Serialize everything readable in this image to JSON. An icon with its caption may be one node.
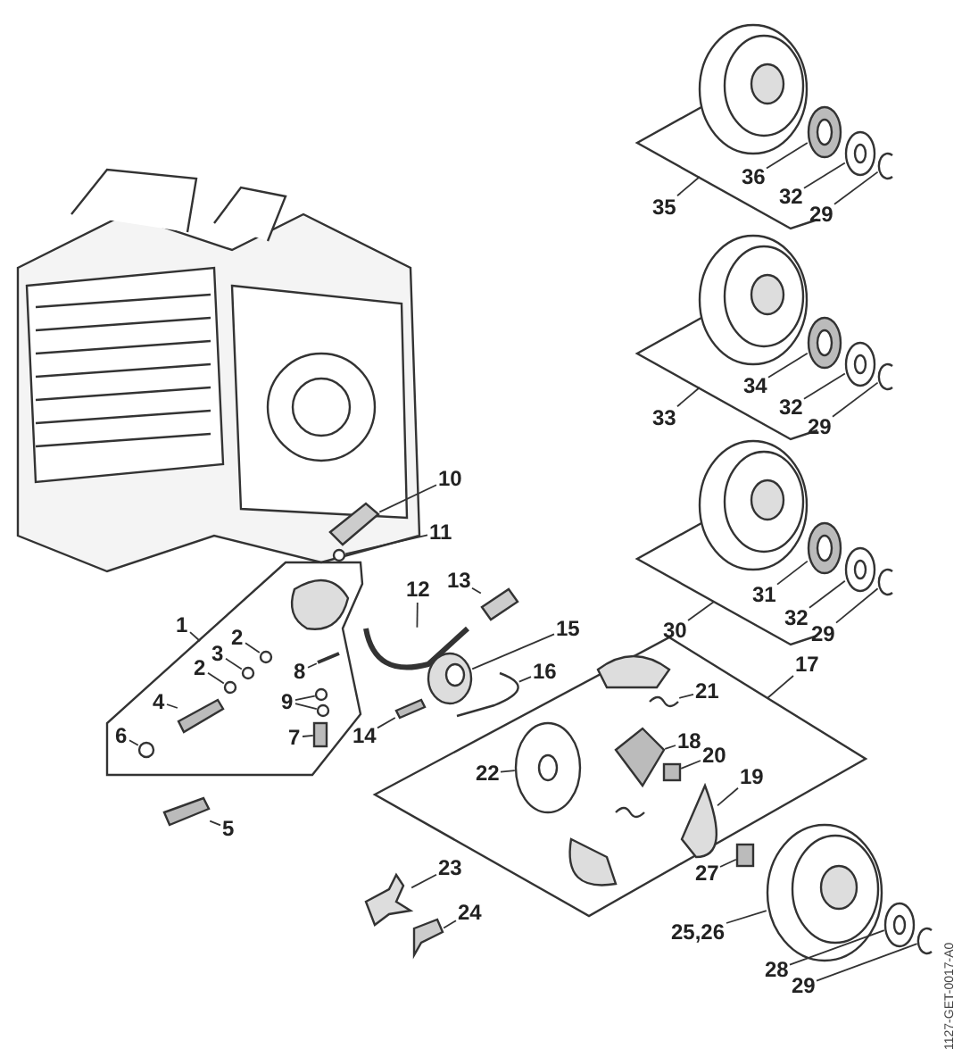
{
  "diagram": {
    "nodes": [
      {
        "text": [
          "35"
        ]
      },
      {
        "text": [
          "36"
        ]
      },
      {
        "text": [
          "32"
        ]
      },
      {
        "text": [
          "29"
        ]
      },
      {
        "text": [
          "33"
        ]
      },
      {
        "text": [
          "34"
        ]
      },
      {
        "text": [
          "32"
        ]
      },
      {
        "text": [
          "29"
        ]
      },
      {
        "text": [
          "10"
        ]
      },
      {
        "text": [
          "11"
        ]
      },
      {
        "text": [
          "30"
        ]
      },
      {
        "text": [
          "31"
        ]
      },
      {
        "text": [
          "32"
        ]
      },
      {
        "text": [
          "29"
        ]
      },
      {
        "text": [
          "1"
        ]
      },
      {
        "text": [
          "13"
        ]
      },
      {
        "text": [
          "2"
        ]
      },
      {
        "text": [
          "3"
        ]
      },
      {
        "text": [
          "12"
        ]
      },
      {
        "text": [
          "15"
        ]
      },
      {
        "text": [
          "2"
        ]
      },
      {
        "text": [
          "8"
        ]
      },
      {
        "text": [
          "16"
        ]
      },
      {
        "text": [
          "17"
        ]
      },
      {
        "text": [
          "21"
        ]
      },
      {
        "text": [
          "9"
        ]
      },
      {
        "text": [
          "4"
        ]
      },
      {
        "text": [
          "14"
        ]
      },
      {
        "text": [
          "18"
        ]
      },
      {
        "text": [
          "7"
        ]
      },
      {
        "text": [
          "6"
        ]
      },
      {
        "text": [
          "20"
        ]
      },
      {
        "text": [
          "22"
        ]
      },
      {
        "text": [
          "19"
        ]
      },
      {
        "text": [
          "5"
        ]
      },
      {
        "text": [
          "27"
        ]
      },
      {
        "text": [
          "23"
        ]
      },
      {
        "text": [
          "24"
        ]
      },
      {
        "text": [
          "25,26"
        ]
      },
      {
        "text": [
          "28"
        ]
      },
      {
        "text": [
          "29"
        ]
      },
      {
        "text": [],
        "shape": "picture"
      },
      {
        "text": [],
        "shape": "picture"
      },
      {
        "text": [],
        "shape": "picture"
      },
      {
        "text": [],
        "shape": "picture"
      },
      {
        "text": [],
        "shape": "picture"
      },
      {
        "text": [],
        "shape": "picture"
      },
      {
        "text": [],
        "shape": "picture"
      },
      {
        "text": [],
        "shape": "circle"
      },
      {
        "text": [],
        "shape": "picture"
      },
      {
        "text": [],
        "shape": "picture"
      },
      {
        "text": [],
        "shape": "picture"
      },
      {
        "text": [],
        "shape": "circle"
      },
      {
        "text": [],
        "shape": "circle"
      },
      {
        "text": [],
        "shape": "circle"
      },
      {
        "text": [],
        "shape": "picture"
      },
      {
        "text": [],
        "shape": "picture"
      },
      {
        "text": [],
        "shape": "picture"
      },
      {
        "text": [],
        "shape": "picture"
      },
      {
        "text": [],
        "shape": "picture"
      },
      {
        "text": [],
        "shape": "picture"
      },
      {
        "text": [],
        "shape": "circle"
      },
      {
        "text": [],
        "shape": "circle"
      },
      {
        "text": [],
        "shape": "picture"
      },
      {
        "text": [],
        "shape": "picture"
      },
      {
        "text": [],
        "shape": "picture"
      },
      {
        "text": [],
        "shape": "box"
      },
      {
        "text": [],
        "shape": "circle"
      },
      {
        "text": [],
        "shape": "box"
      },
      {
        "text": [],
        "shape": "picture"
      },
      {
        "text": [],
        "shape": "picture"
      },
      {
        "text": [],
        "shape": "picture"
      },
      {
        "text": [],
        "shape": "box"
      },
      {
        "text": [],
        "shape": "picture"
      },
      {
        "text": [],
        "shape": "picture"
      },
      {
        "text": [],
        "shape": "picture"
      },
      {
        "text": [],
        "shape": "picture"
      },
      {
        "text": [],
        "shape": "picture"
      },
      {
        "text": [],
        "shape": "picture"
      },
      {
        "text": [],
        "shape": "picture"
      },
      {
        "text": [],
        "shape": "picture"
      },
      {
        "text": [],
        "shape": "picture"
      }
    ],
    "edges": [
      {
        "from": 0,
        "to": null,
        "arrow": "none"
      },
      {
        "from": 1,
        "to": 41,
        "arrow": "none"
      },
      {
        "from": 2,
        "to": 42,
        "arrow": "none"
      },
      {
        "from": 3,
        "to": 43,
        "arrow": "none"
      },
      {
        "from": 4,
        "to": null,
        "arrow": "none"
      },
      {
        "from": 5,
        "to": 44,
        "arrow": "none"
      },
      {
        "from": 6,
        "to": 45,
        "arrow": "none"
      },
      {
        "from": 7,
        "to": 46,
        "arrow": "none"
      },
      {
        "from": 8,
        "to": 47,
        "arrow": "none"
      },
      {
        "from": 9,
        "to": 48,
        "arrow": "none"
      },
      {
        "from": 10,
        "to": null,
        "arrow": "none"
      },
      {
        "from": 11,
        "to": 49,
        "arrow": "none"
      },
      {
        "from": 12,
        "to": 50,
        "arrow": "none"
      },
      {
        "from": 13,
        "to": 51,
        "arrow": "none"
      },
      {
        "from": 14,
        "to": null,
        "arrow": "none"
      },
      {
        "from": 15,
        "to": 55,
        "arrow": "none"
      },
      {
        "from": 16,
        "to": 52,
        "arrow": "none"
      },
      {
        "from": 17,
        "to": 53,
        "arrow": "none"
      },
      {
        "from": 18,
        "to": 56,
        "arrow": "none"
      },
      {
        "from": 19,
        "to": 58,
        "arrow": "none"
      },
      {
        "from": 20,
        "to": 54,
        "arrow": "none"
      },
      {
        "from": 21,
        "to": 57,
        "arrow": "none"
      },
      {
        "from": 22,
        "to": 59,
        "arrow": "none"
      },
      {
        "from": 23,
        "to": null,
        "arrow": "none"
      },
      {
        "from": 24,
        "to": 60,
        "arrow": "none"
      },
      {
        "from": 25,
        "to": 61,
        "arrow": "none"
      },
      {
        "from": 25,
        "to": 62,
        "arrow": "none"
      },
      {
        "from": 26,
        "to": 63,
        "arrow": "none"
      },
      {
        "from": 27,
        "to": 64,
        "arrow": "none"
      },
      {
        "from": 28,
        "to": 65,
        "arrow": "none"
      },
      {
        "from": 29,
        "to": 66,
        "arrow": "none"
      },
      {
        "from": 30,
        "to": 67,
        "arrow": "none"
      },
      {
        "from": 31,
        "to": 68,
        "arrow": "none"
      },
      {
        "from": 32,
        "to": 69,
        "arrow": "none"
      },
      {
        "from": 33,
        "to": 70,
        "arrow": "none"
      },
      {
        "from": 34,
        "to": 71,
        "arrow": "none"
      },
      {
        "from": 35,
        "to": 72,
        "arrow": "none"
      },
      {
        "from": 36,
        "to": 73,
        "arrow": "none"
      },
      {
        "from": 37,
        "to": 74,
        "arrow": "none"
      },
      {
        "from": 38,
        "to": 75,
        "arrow": "none"
      },
      {
        "from": 39,
        "to": 76,
        "arrow": "none"
      },
      {
        "from": 40,
        "to": 77,
        "arrow": "none"
      }
    ],
    "labels": [
      "1127-GET-0017-A0"
    ]
  }
}
